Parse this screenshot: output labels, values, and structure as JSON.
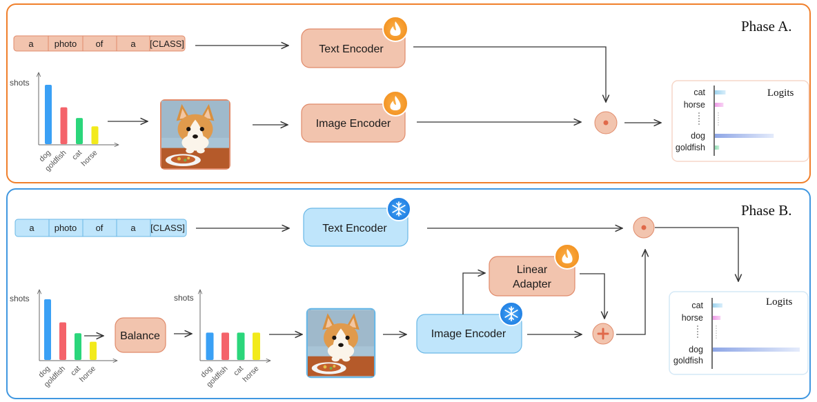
{
  "phaseA": {
    "title": "Phase A.",
    "prompt_tokens": [
      "a",
      "photo",
      "of",
      "a",
      "[CLASS]"
    ],
    "text_encoder": "Text Encoder",
    "image_encoder": "Image Encoder",
    "hist_ylabel": "shots",
    "hist_categories": [
      "dog",
      "goldfish",
      "cat",
      "horse"
    ],
    "hist_values": [
      100,
      62,
      44,
      30
    ],
    "logits_title": "Logits",
    "logit_labels": [
      "cat",
      "horse",
      "dog",
      "goldfish"
    ],
    "logit_values": [
      0.1,
      0.08,
      0.55,
      0.04
    ]
  },
  "phaseB": {
    "title": "Phase B.",
    "prompt_tokens": [
      "a",
      "photo",
      "of",
      "a",
      "[CLASS]"
    ],
    "text_encoder": "Text Encoder",
    "image_encoder": "Image Encoder",
    "linear_adapter_line1": "Linear",
    "linear_adapter_line2": "Adapter",
    "balance": "Balance",
    "hist_ylabel": "shots",
    "hist_categories": [
      "dog",
      "goldfish",
      "cat",
      "horse"
    ],
    "hist_values": [
      100,
      62,
      44,
      30
    ],
    "balanced_ylabel": "shots",
    "balanced_values": [
      60,
      60,
      60,
      60
    ],
    "logits_title": "Logits",
    "logit_labels": [
      "cat",
      "horse",
      "dog",
      "goldfish"
    ],
    "logit_values": [
      0.1,
      0.08,
      0.9,
      0.0
    ]
  },
  "colors": {
    "phaseA_border": "#f07f2a",
    "phaseB_border": "#3f97e0",
    "orange_fill": "#f2c4ae",
    "orange_stroke": "#e08a6a",
    "blue_fill": "#bfe5fb",
    "blue_stroke": "#69b7e6",
    "bar_colors": [
      "#3aa0f5",
      "#f4636a",
      "#2bd67b",
      "#f2ea1b"
    ]
  },
  "icons": {
    "trainable": "flame-icon",
    "frozen": "snowflake-icon",
    "dot_product": "dot-operator-icon",
    "sum": "plus-operator-icon",
    "image": "corgi-photo"
  }
}
